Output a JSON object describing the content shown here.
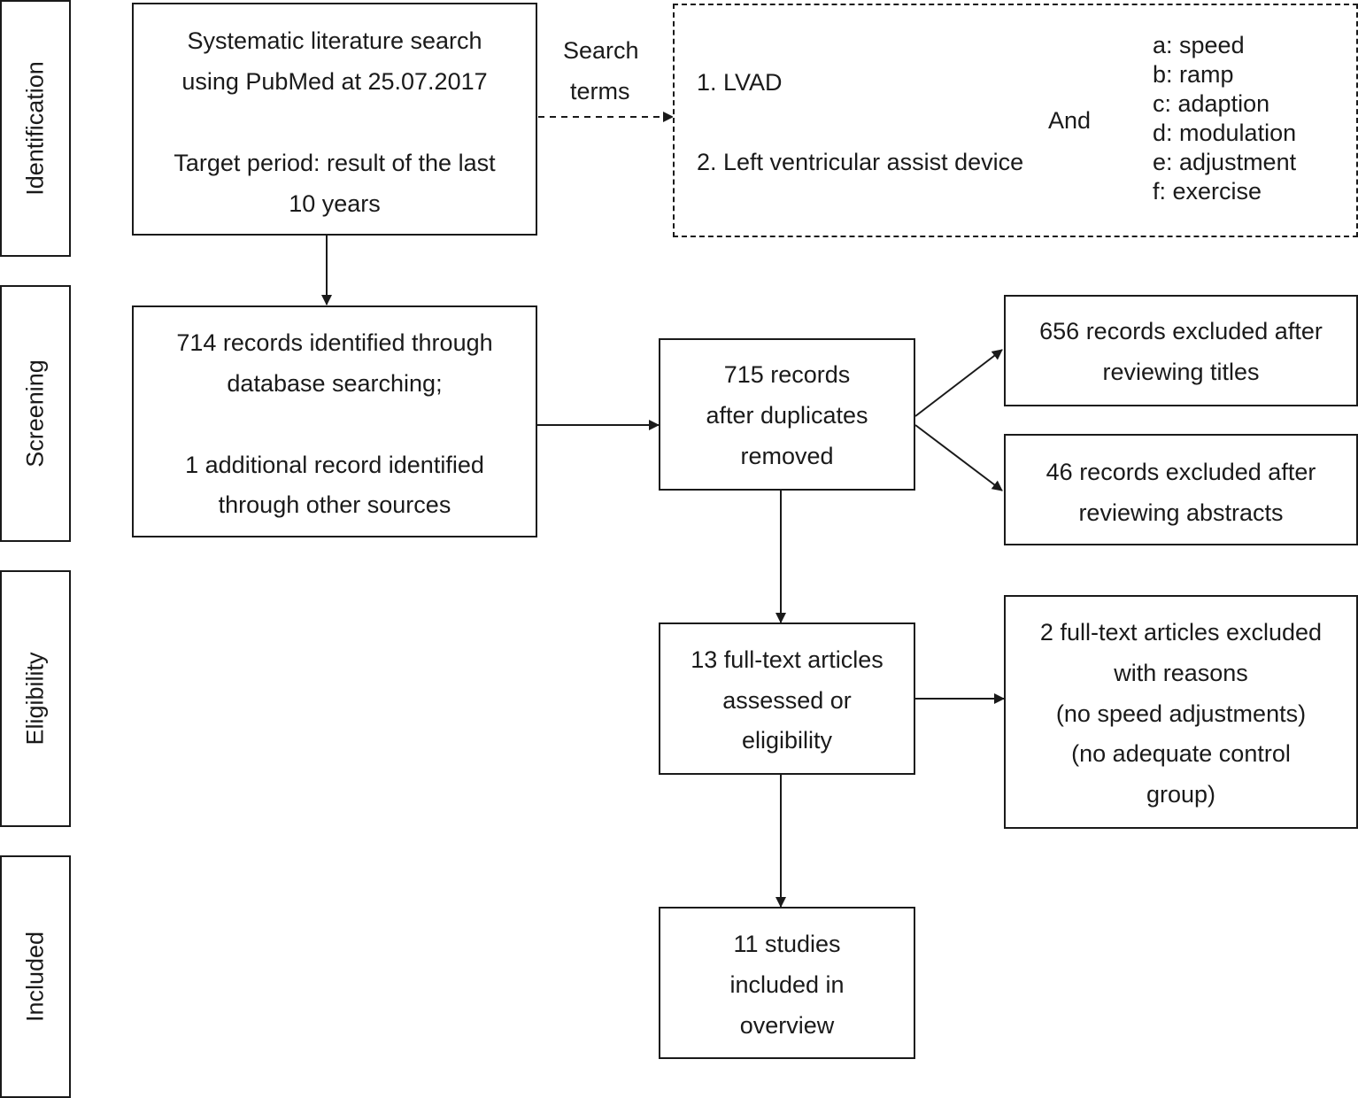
{
  "stages": {
    "identification": "Identification",
    "screening": "Screening",
    "eligibility": "Eligibility",
    "included": "Included"
  },
  "search_box": {
    "line1": "Systematic literature search",
    "line2": "using PubMed at 25.07.2017",
    "line3": "Target period: result of the last",
    "line4": "10 years"
  },
  "search_terms_label": {
    "line1": "Search",
    "line2": "terms"
  },
  "terms_box": {
    "term1": "1. LVAD",
    "term2": "2. Left ventricular assist device",
    "connector": "And",
    "keywords": [
      "a: speed",
      "b: ramp",
      "c: adaption",
      "d: modulation",
      "e: adjustment",
      "f: exercise"
    ]
  },
  "records_box": {
    "line1": "714 records identified through",
    "line2": "database searching;",
    "line3": "1 additional record identified",
    "line4": "through other sources"
  },
  "dedup_box": {
    "line1": "715 records",
    "line2": "after duplicates",
    "line3": "removed"
  },
  "excluded_titles_box": {
    "line1": "656 records excluded after",
    "line2": "reviewing titles"
  },
  "excluded_abstracts_box": {
    "line1": "46 records excluded after",
    "line2": "reviewing abstracts"
  },
  "fulltext_box": {
    "line1": "13 full-text articles",
    "line2": "assessed or",
    "line3": "eligibility"
  },
  "fulltext_excluded_box": {
    "line1": "2 full-text articles excluded",
    "line2": "with reasons",
    "line3": "(no speed adjustments)",
    "line4": "(no adequate control",
    "line5": "group)"
  },
  "included_box": {
    "line1": "11 studies",
    "line2": "included in",
    "line3": "overview"
  }
}
